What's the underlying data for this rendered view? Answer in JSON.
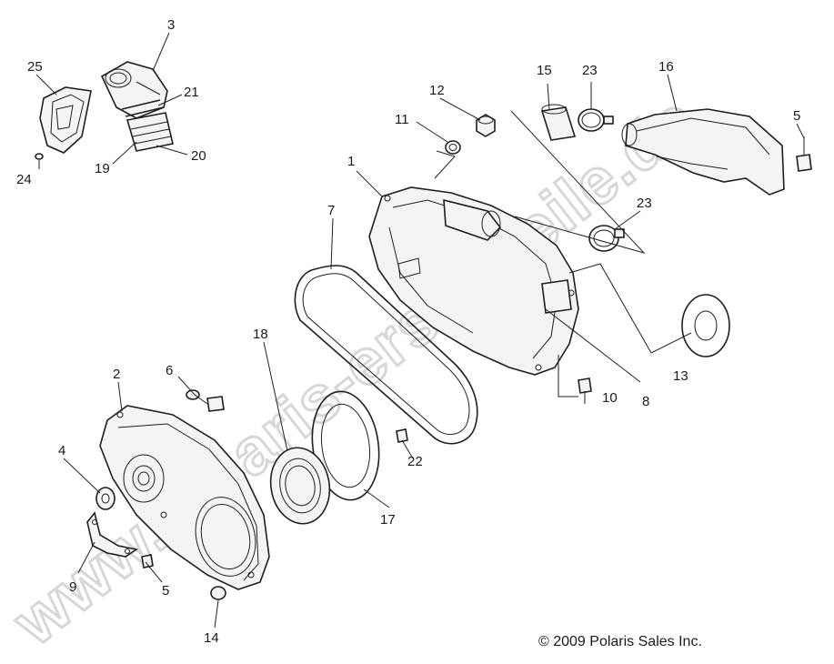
{
  "watermark": "www.polaris-ersatzteile.de",
  "copyright": "© 2009 Polaris Sales Inc.",
  "callouts": {
    "c1": "1",
    "c2": "2",
    "c3": "3",
    "c4": "4",
    "c5a": "5",
    "c5b": "5",
    "c6": "6",
    "c7": "7",
    "c8": "8",
    "c9": "9",
    "c10": "10",
    "c11": "11",
    "c12": "12",
    "c13": "13",
    "c14": "14",
    "c15": "15",
    "c16": "16",
    "c17": "17",
    "c18": "18",
    "c19": "19",
    "c20": "20",
    "c21": "21",
    "c22": "22",
    "c23a": "23",
    "c23b": "23",
    "c24": "24",
    "c25": "25"
  }
}
